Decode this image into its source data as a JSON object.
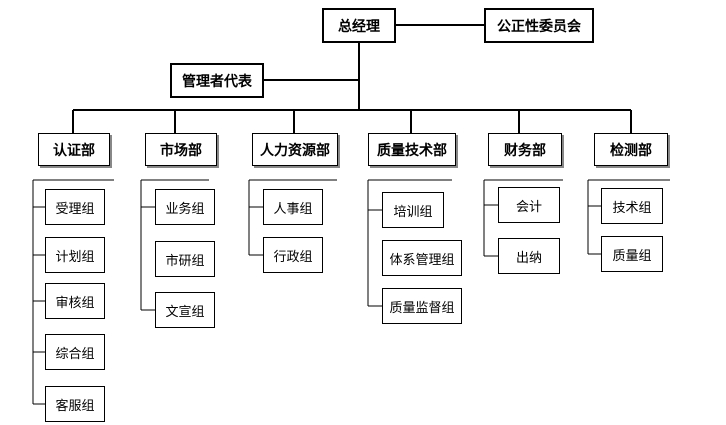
{
  "chart": {
    "ceo": "总经理",
    "committee": "公正性委员会",
    "rep": "管理者代表",
    "departments": [
      {
        "name": "认证部",
        "groups": [
          "受理组",
          "计划组",
          "审核组",
          "综合组",
          "客服组"
        ]
      },
      {
        "name": "市场部",
        "groups": [
          "业务组",
          "市研组",
          "文宣组"
        ]
      },
      {
        "name": "人力资源部",
        "groups": [
          "人事组",
          "行政组"
        ]
      },
      {
        "name": "质量技术部",
        "groups": [
          "培训组",
          "体系管理组",
          "质量监督组"
        ]
      },
      {
        "name": "财务部",
        "groups": [
          "会计",
          "出纳"
        ]
      },
      {
        "name": "检测部",
        "groups": [
          "技术组",
          "质量组"
        ]
      }
    ]
  }
}
